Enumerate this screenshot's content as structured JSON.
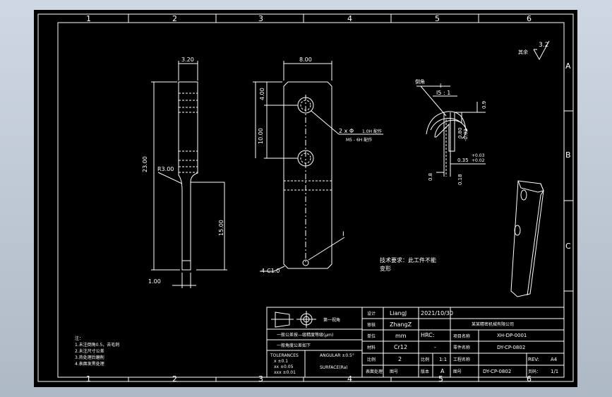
{
  "frame": {
    "columns": [
      "1",
      "2",
      "3",
      "4",
      "5",
      "6"
    ],
    "rows": [
      "A",
      "B",
      "C"
    ]
  },
  "surface_symbol": {
    "label": "其余",
    "value": "3.2"
  },
  "dims": {
    "d320": "3.20",
    "d2300": "23.00",
    "r300": "R3.00",
    "d1500": "15.00",
    "d100": "1.00",
    "d800": "8.00",
    "d400": "4.00",
    "d1000": "10.00",
    "holes": "2 x Φ",
    "hole_note_a": "1.0H 配作",
    "hole_note_b": "M5 - 6H 配作",
    "chamfer": "4-C1.0",
    "detail_i": "I",
    "detail_scale": "I5 : 1",
    "chamfer_label": "倒角",
    "d09": "0.9",
    "d080": "0.80",
    "d080b": "-0.02",
    "d035": "0.35",
    "d035tol_a": "+0.03",
    "d035tol_b": "+0.02",
    "d08": "0.8",
    "d018": "0.18"
  },
  "tech_note": [
    "技术要求：此工件不能",
    "变形"
  ],
  "notes_left": {
    "title": "注：",
    "lines": [
      "1.未注倒角0.5，去毛刺",
      "2.未注尺寸公差",
      "3.热处理后磨削",
      "4.表面发黑处理"
    ]
  },
  "title_block": {
    "header_logo": "第一视角",
    "row_labels": [
      "设计",
      "审核",
      "单位",
      "材料",
      "比例",
      "表面处理"
    ],
    "designer": "LiangJ",
    "date": "2021/10/30",
    "checker": "ZhangZ",
    "unit": "mm",
    "material": "Cr12",
    "hrc_label": "HRC:",
    "hrc_value": "-",
    "qty": "2",
    "scale": "1:1",
    "scale_label": "比例",
    "version": "A",
    "version_label": "版本",
    "drawing_label": "图号",
    "company": "某某精密机械有限公司",
    "project_label": "项目名称",
    "project_value": "XH-DP-0001",
    "part_label": "零件名称",
    "part_value": "DY-CP-0802",
    "process_label": "工程名称",
    "drawing_no": "DY-CP-0802",
    "rev_label": "REV:",
    "size": "A4",
    "sheet_label": "页码：",
    "sheet": "1/1",
    "tol_note1": "一般公差按—级精度等级(μm)",
    "tol_note2": "一般角度公差如下",
    "tolerances": "TOLERANCES",
    "tol_x": "x    ±0.1",
    "tol_xx": "xx   ±0.05",
    "tol_xxx": "xxx  ±0.01",
    "angular": "ANGULAR ±0.5°",
    "surface": "SURFACE(Ra)"
  }
}
